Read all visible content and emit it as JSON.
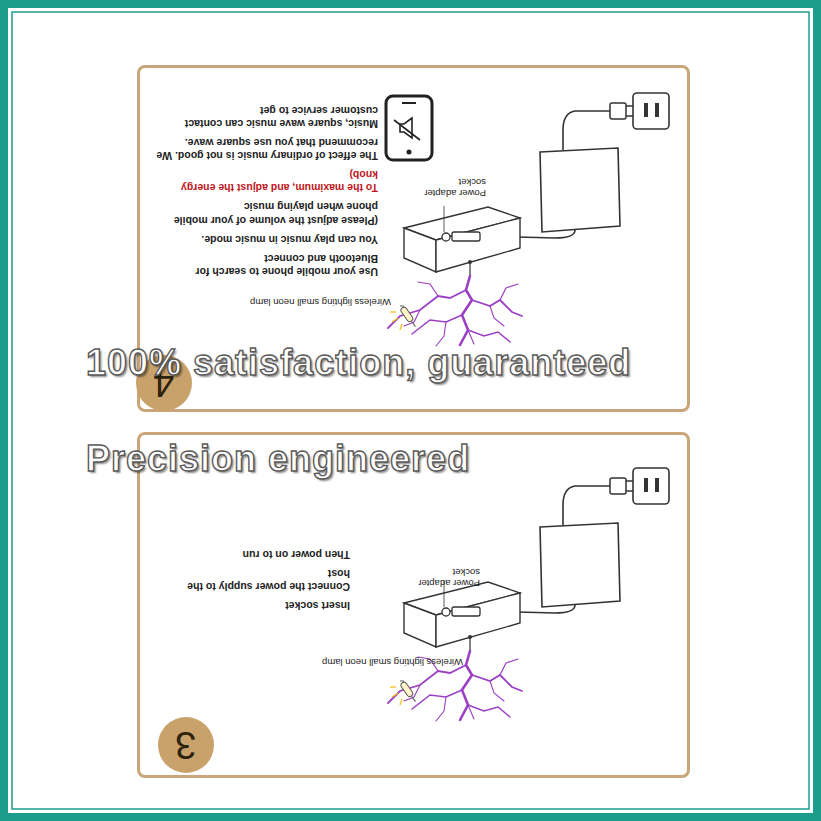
{
  "diagram": {
    "nodes": [
      {
        "text": [
          "Use your mobile phone to search for Bluetooth and connect",
          "You can play music in music mode.",
          "(Please adjust the volume of your mobile phone when playing music",
          "To the maximum, and adjust the energy knob)",
          "The effect of ordinary music is not good. We recommend that you use square wave.",
          "Music, square wave music can contact customer service to get"
        ]
      },
      {
        "text": [
          "4"
        ],
        "in": 0
      },
      {
        "text": [
          "Insert socket",
          "Connect the power supply to the host",
          "Then power on to run"
        ]
      },
      {
        "text": [
          "3"
        ],
        "in": 2
      }
    ],
    "labels": [
      "Power adapter socket",
      "Wireless lighting small neon lamp",
      "Power adapter socket",
      "Wireless lighting small neon lamp",
      "100% satisfaction, guaranteed",
      "Precision engineered"
    ]
  }
}
